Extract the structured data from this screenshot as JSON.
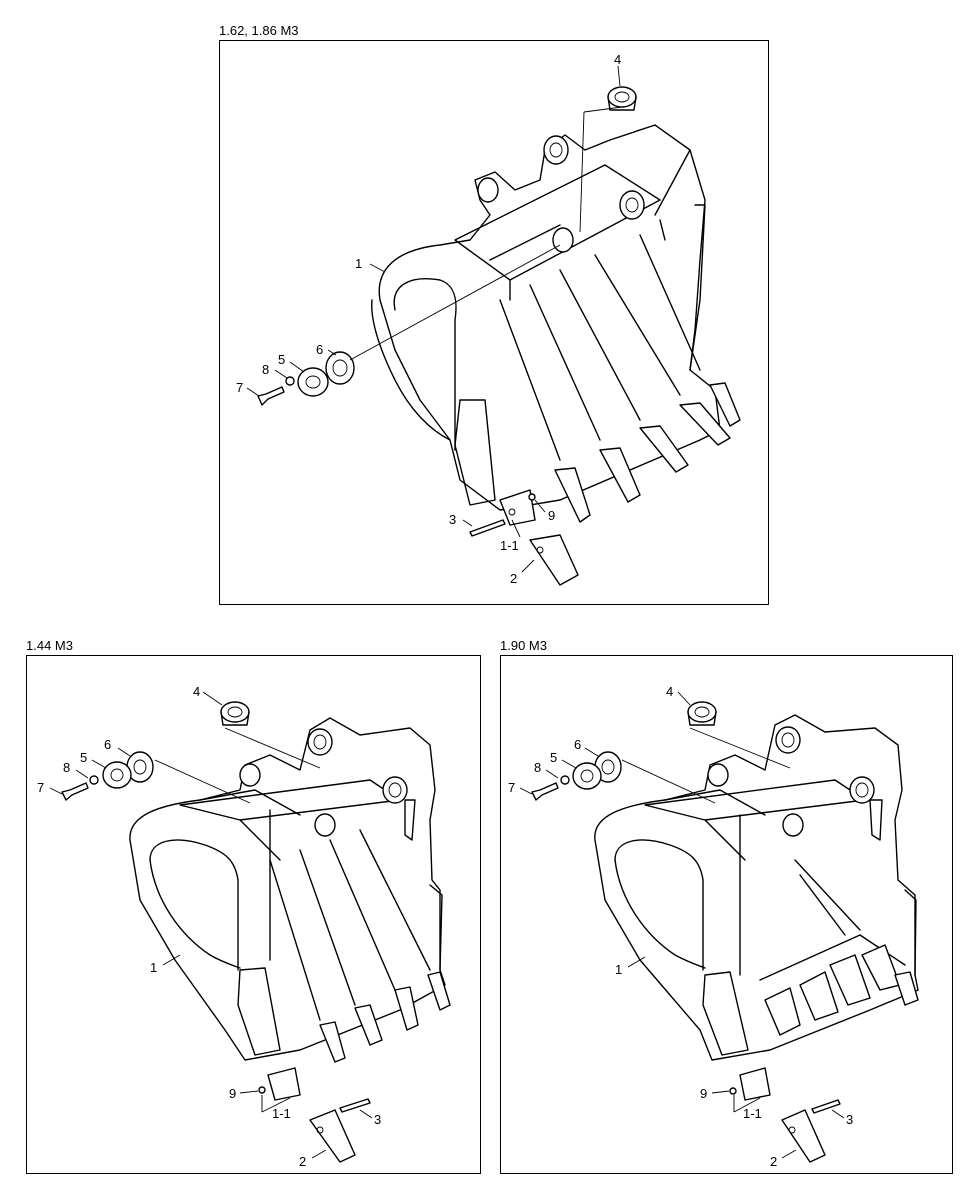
{
  "panels": [
    {
      "title": "1.62, 1.86 M3",
      "callouts": {
        "c1": "1",
        "c1_1": "1-1",
        "c2": "2",
        "c3": "3",
        "c4": "4",
        "c5": "5",
        "c6": "6",
        "c7": "7",
        "c8": "8",
        "c9": "9"
      }
    },
    {
      "title": "1.44 M3",
      "callouts": {
        "c1": "1",
        "c1_1": "1-1",
        "c2": "2",
        "c3": "3",
        "c4": "4",
        "c5": "5",
        "c6": "6",
        "c7": "7",
        "c8": "8",
        "c9": "9"
      }
    },
    {
      "title": "1.90 M3",
      "callouts": {
        "c1": "1",
        "c1_1": "1-1",
        "c2": "2",
        "c3": "3",
        "c4": "4",
        "c5": "5",
        "c6": "6",
        "c7": "7",
        "c8": "8",
        "c9": "9"
      }
    }
  ]
}
